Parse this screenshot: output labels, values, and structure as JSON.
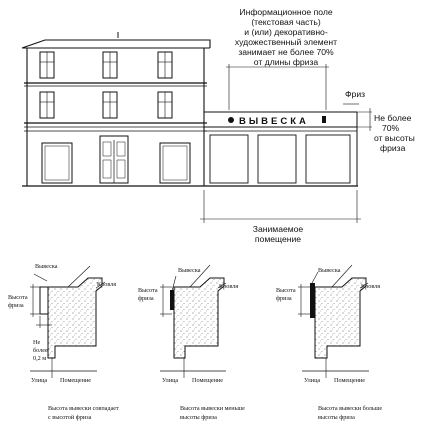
{
  "top": {
    "info_field_lines": [
      "Информационное поле",
      "(текстовая часть)",
      "и (или) декоративно-",
      "художественный элемент",
      "занимает не более 70%",
      "от длины фриза"
    ],
    "sign_text": "ВЫВЕСКА",
    "frieze_label": "Фриз",
    "height_note_lines": [
      "Не более",
      "70%",
      "от высоты",
      "фриза"
    ],
    "premises_lines": [
      "Занимаемое",
      "помещение"
    ]
  },
  "details": [
    {
      "sign": "Вывеска",
      "roof": "Кровля",
      "frieze_height": [
        "Высота",
        "фриза"
      ],
      "limit": [
        "Не",
        "более",
        "0,2 м"
      ],
      "street": "Улица",
      "premises": "Помещение",
      "caption": [
        "Высота вывески совпадает",
        "с высотой фриза"
      ]
    },
    {
      "sign": "Вывеска",
      "roof": "Кровля",
      "frieze_height": [
        "Высота",
        "фриза"
      ],
      "street": "Улица",
      "premises": "Помещение",
      "caption": [
        "Высота вывески меньше",
        "высоты фриза"
      ]
    },
    {
      "sign": "Вывеска",
      "roof": "Кровля",
      "frieze_height": [
        "Высота",
        "фриза"
      ],
      "street": "Улица",
      "premises": "Помещение",
      "caption": [
        "Высота вывески больше",
        "высоты фриза"
      ]
    }
  ]
}
